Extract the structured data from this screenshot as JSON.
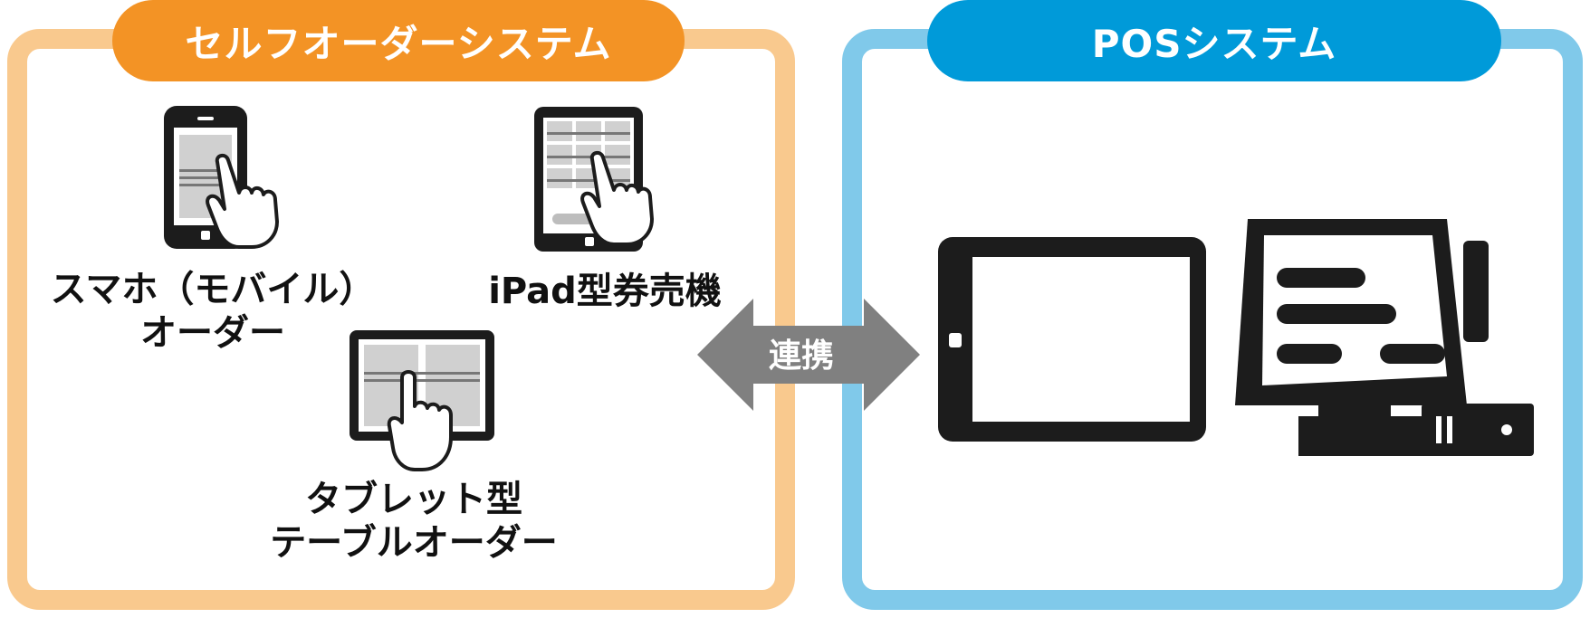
{
  "left_panel": {
    "title": "セルフオーダーシステム",
    "border_color": "#f9c98e",
    "pill_color": "#f39325"
  },
  "right_panel": {
    "title": "POSシステム",
    "border_color": "#80c9ea",
    "pill_color": "#009ad9"
  },
  "labels": {
    "smartphone_line1": "スマホ（モバイル）",
    "smartphone_line2": "オーダー",
    "ipad": "iPad型券売機",
    "tablet_line1": "タブレット型",
    "tablet_line2": "テーブルオーダー"
  },
  "link": {
    "label": "連携",
    "color": "#808080"
  },
  "icons": [
    "smartphone-icon",
    "ipad-kiosk-icon",
    "tablet-icon",
    "pos-tablet-icon",
    "pos-register-icon"
  ]
}
